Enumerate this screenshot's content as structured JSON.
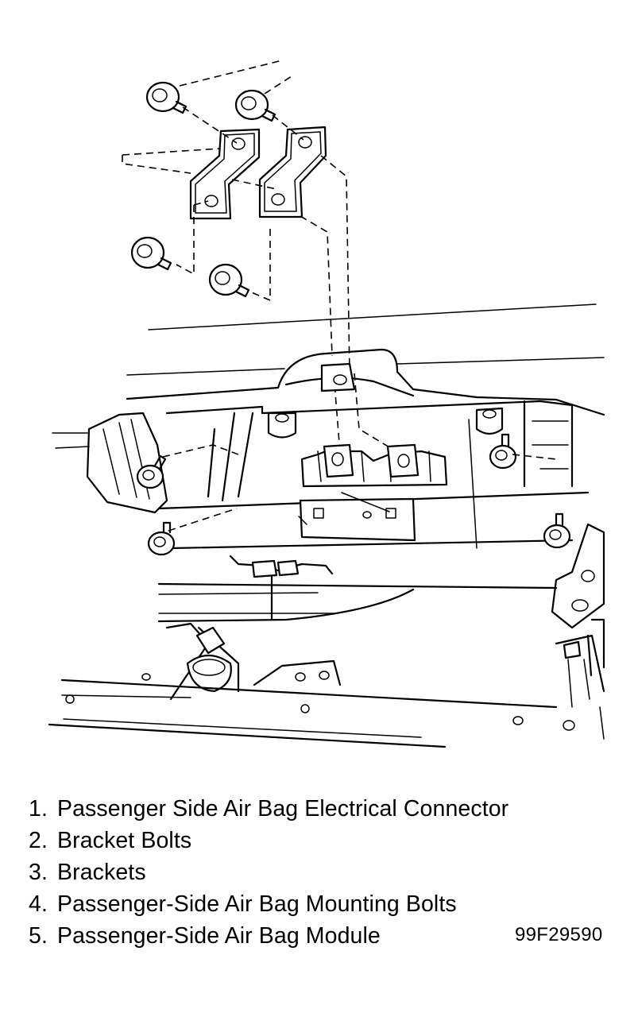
{
  "legend": {
    "items": [
      {
        "number": "1.",
        "label": "Passenger Side Air Bag Electrical Connector"
      },
      {
        "number": "2.",
        "label": "Bracket Bolts"
      },
      {
        "number": "3.",
        "label": "Brackets"
      },
      {
        "number": "4.",
        "label": "Passenger-Side Air Bag Mounting Bolts"
      },
      {
        "number": "5.",
        "label": "Passenger-Side Air Bag Module"
      }
    ]
  },
  "figure_id": "99F29590",
  "colors": {
    "ink": "#000000",
    "paper": "#ffffff"
  }
}
